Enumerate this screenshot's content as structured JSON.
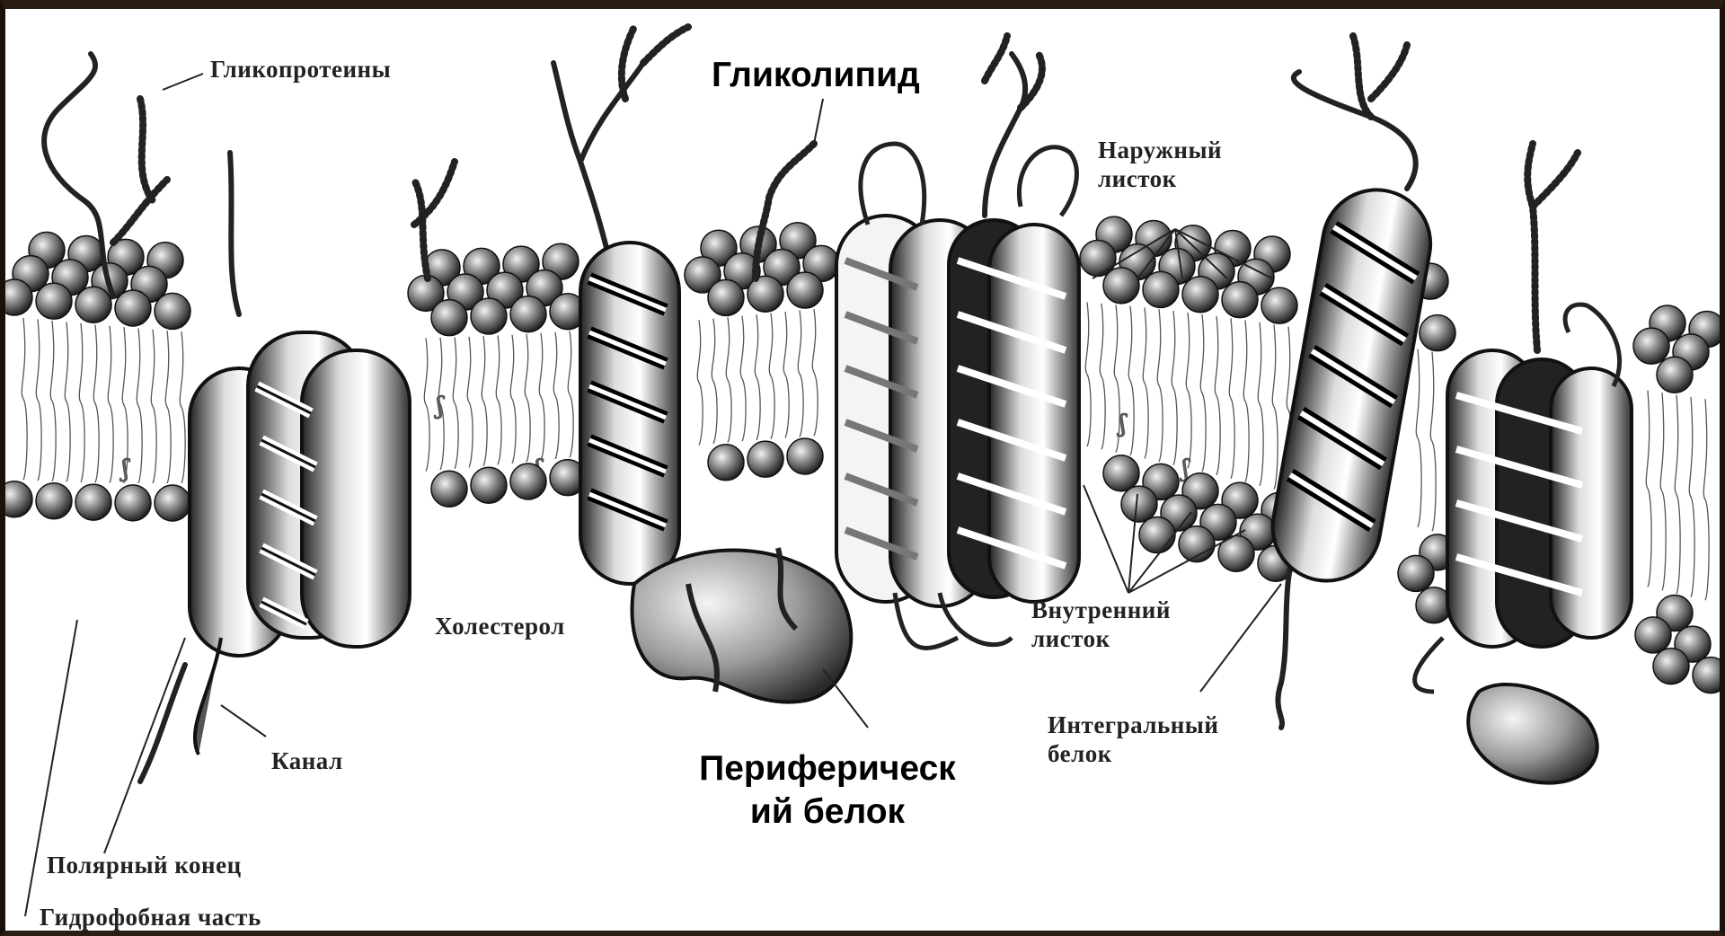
{
  "labels": {
    "glycoproteins": "Гликопротеины",
    "glycolipid": "Гликолипид",
    "outer_leaflet": [
      "Наружный",
      "листок"
    ],
    "cholesterol": "Холестерол",
    "inner_leaflet": [
      "Внутренний",
      "листок"
    ],
    "integral_protein": [
      "Интегральный",
      "белок"
    ],
    "channel": "Канал",
    "peripheral_protein": [
      "Периферическ",
      "ий белок"
    ],
    "polar_end": "Полярный конец",
    "hydrophobic_part": "Гидрофобная часть"
  },
  "colors": {
    "frame": "#2a1d12",
    "background": "#ffffff",
    "ink": "#111111",
    "sphere_light": "#e8e8e8",
    "sphere_dark": "#1a1a1a"
  }
}
